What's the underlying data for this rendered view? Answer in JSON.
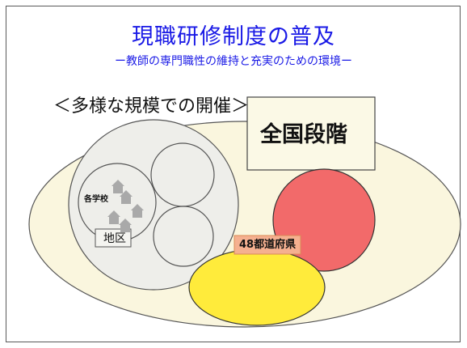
{
  "title": "現職研修制度の普及",
  "subtitle": "ー教師の専門職性の維持と充実のための環境ー",
  "heading": "＜多様な規模での開催＞",
  "levels": {
    "national": "全国段階",
    "prefecture": "48都道府県",
    "district": "地区",
    "school": "各学校"
  },
  "colors": {
    "title": "#1a1ae6",
    "national_fill": "#faf6de",
    "national_box_fill": "#fbf9e6",
    "district_fill": "#eeeeea",
    "prefecture_fill": "#f26a6a",
    "yellow_fill": "#ffeb3b",
    "school_icon": "#a9a9a9"
  },
  "icons": [
    "house-icon",
    "house-icon",
    "house-icon",
    "house-icon",
    "house-icon"
  ]
}
